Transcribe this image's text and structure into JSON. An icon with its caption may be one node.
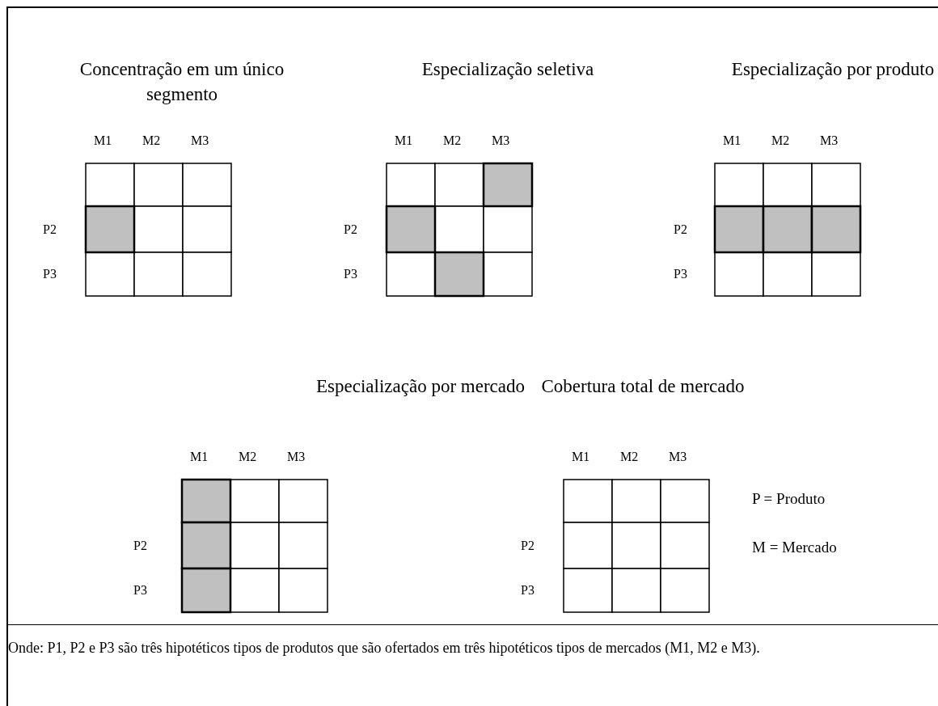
{
  "diagram": {
    "caption": "Onde: P1, P2 e P3 são três hipotéticos tipos de produtos que são ofertados em três hipotéticos tipos de mercados (M1, M2 e M3).",
    "nodes": [
      {
        "text": [
          "Concentração em um único segmento"
        ]
      },
      {
        "text": [
          "Especialização seletiva"
        ]
      },
      {
        "text": [
          "Especialização por produto"
        ]
      },
      {
        "text": [
          "Especialização por mercado"
        ]
      },
      {
        "text": [
          "Cobertura total de mercado"
        ]
      }
    ],
    "labels": [
      "M1",
      "M2",
      "M3",
      "P2",
      "P3",
      "M1",
      "M2",
      "M3",
      "P2",
      "P3",
      "M1",
      "M2",
      "M3",
      "P2",
      "P3",
      "M1",
      "M2",
      "M3",
      "P2",
      "P3",
      "M1",
      "M2",
      "M3",
      "P2",
      "P3",
      "P = Produto",
      "M = Mercado"
    ]
  }
}
